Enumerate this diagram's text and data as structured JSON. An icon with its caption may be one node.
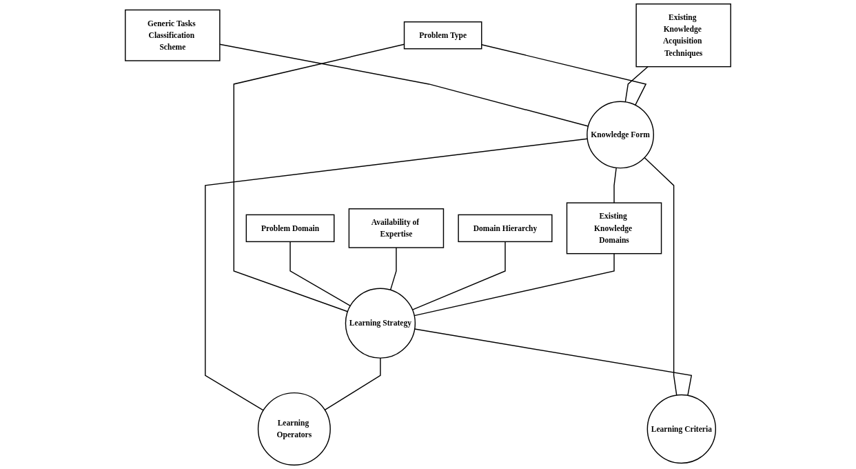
{
  "diagram": {
    "nodes": [
      {
        "text": [
          "Generic Tasks Classification Scheme"
        ]
      },
      {
        "text": [
          "Existing Knowledge Acquisition Techniques"
        ]
      },
      {
        "text": [
          "Problem Type"
        ]
      },
      {
        "text": [
          "Problem Domain"
        ]
      },
      {
        "text": [
          "Availability of Expertise"
        ]
      },
      {
        "text": [
          "Domain Hierarchy"
        ]
      },
      {
        "text": [
          "Knowledge Form"
        ]
      },
      {
        "text": [
          "Existing Knowledge Domains"
        ]
      },
      {
        "text": [
          "Learning Strategy"
        ]
      },
      {
        "text": [
          "Learning Operators"
        ]
      },
      {
        "text": [
          "Learning Criteria"
        ]
      }
    ],
    "edges": [
      {
        "from": 0,
        "to": 6,
        "arrow": "none"
      },
      {
        "from": 1,
        "to": 6,
        "arrow": "none"
      },
      {
        "from": 2,
        "to": 6,
        "arrow": "none"
      },
      {
        "from": 2,
        "to": 8,
        "arrow": "none"
      },
      {
        "from": 3,
        "to": 8,
        "arrow": "none"
      },
      {
        "from": 4,
        "to": 8,
        "arrow": "none"
      },
      {
        "from": 5,
        "to": 8,
        "arrow": "none"
      },
      {
        "from": 6,
        "to": 7,
        "arrow": "none"
      },
      {
        "from": 7,
        "to": 8,
        "arrow": "none"
      },
      {
        "from": 6,
        "to": 9,
        "arrow": "none"
      },
      {
        "from": 6,
        "to": 10,
        "arrow": "none"
      },
      {
        "from": 8,
        "to": 9,
        "arrow": "none"
      },
      {
        "from": 8,
        "to": 10,
        "arrow": "none"
      }
    ]
  }
}
